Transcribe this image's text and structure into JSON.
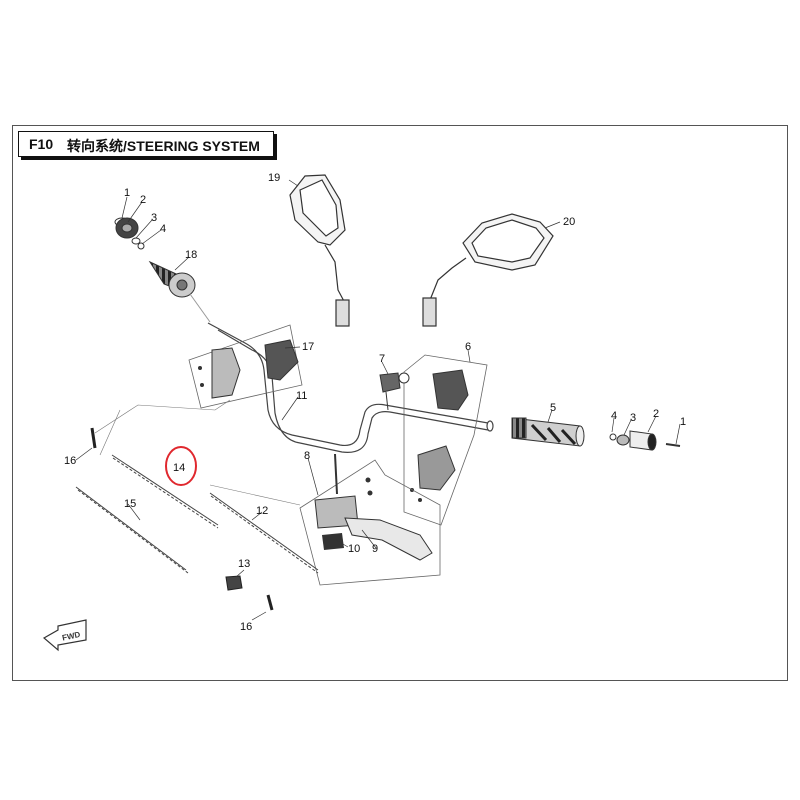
{
  "title": {
    "code": "F10",
    "text": "转向系统/STEERING SYSTEM"
  },
  "fwd_label": "FWD",
  "callouts": {
    "p1_left": "1",
    "p2_left": "2",
    "p3_left": "3",
    "p4_left": "4",
    "p18": "18",
    "p19": "19",
    "p20": "20",
    "p17": "17",
    "p11": "11",
    "p7": "7",
    "p6": "6",
    "p5": "5",
    "p4_right": "4",
    "p3_right": "3",
    "p2_right": "2",
    "p1_right": "1",
    "p16_top": "16",
    "p14": "14",
    "p15": "15",
    "p12": "12",
    "p8": "8",
    "p9": "9",
    "p10": "10",
    "p13": "13",
    "p16_bottom": "16"
  },
  "colors": {
    "line": "#333333",
    "highlight": "#e0282e"
  }
}
